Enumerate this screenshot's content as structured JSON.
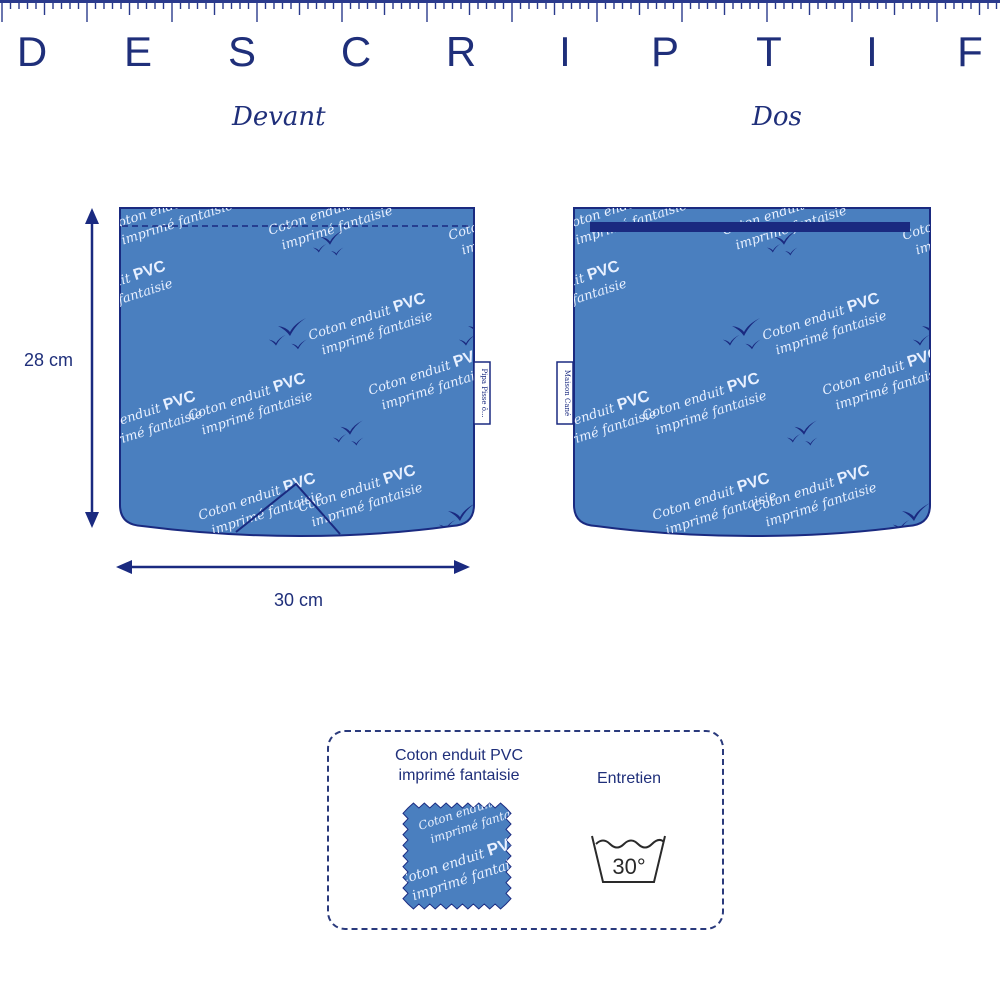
{
  "header": {
    "title_letters": [
      "D",
      "E",
      "S",
      "C",
      "R",
      "I",
      "P",
      "T",
      "I",
      "F"
    ]
  },
  "views": {
    "front_label": "Devant",
    "back_label": "Dos"
  },
  "dimensions": {
    "height": "28 cm",
    "width": "30 cm"
  },
  "pattern": {
    "main_text": "PVC",
    "line1": "Coton enduit",
    "line2": "imprimé fantaisie"
  },
  "tags": {
    "front_tag": "Pipa Pisse ô...",
    "back_tag": "Maison Cané"
  },
  "info": {
    "fabric_line1": "Coton enduit PVC",
    "fabric_line2": "imprimé fantaisie",
    "care_label": "Entretien",
    "wash_temp": "30°"
  },
  "colors": {
    "navy": "#1f2f7a",
    "fabric_blue": "#4a7fbf",
    "bird_navy": "#1a2a80"
  }
}
